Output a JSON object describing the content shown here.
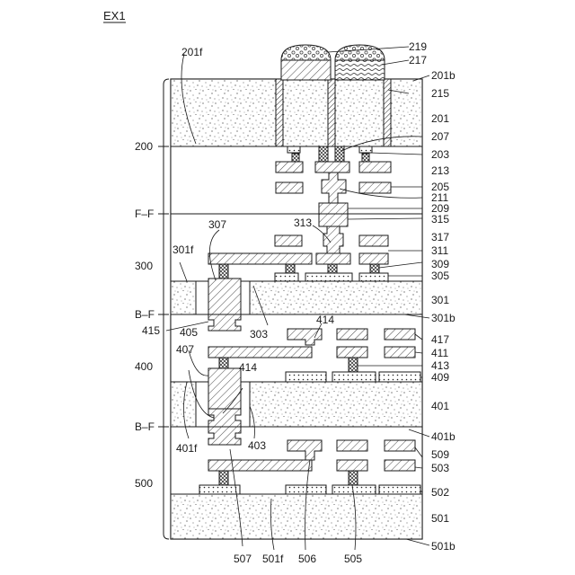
{
  "figure": {
    "title": "EX1"
  },
  "left_labels": [
    "200",
    "F–F",
    "300",
    "B–F",
    "400",
    "B–F",
    "500"
  ],
  "callouts": {
    "l201f": "201f",
    "l219": "219",
    "l217": "217",
    "l201b": "201b",
    "l215": "215",
    "l201": "201",
    "l207": "207",
    "l203": "203",
    "l213": "213",
    "l205": "205",
    "l211": "211",
    "l209": "209",
    "l315": "315",
    "l307": "307",
    "l313": "313",
    "l317": "317",
    "l301f": "301f",
    "l311": "311",
    "l309": "309",
    "l305": "305",
    "l301": "301",
    "l303": "303",
    "l301b": "301b",
    "l415": "415",
    "l414a": "414",
    "l405": "405",
    "l417": "417",
    "l407": "407",
    "l411": "411",
    "l414b": "414",
    "l413": "413",
    "l409": "409",
    "l401": "401",
    "l403": "403",
    "l401f": "401f",
    "l401b": "401b",
    "l509": "509",
    "l503": "503",
    "l502": "502",
    "l501": "501",
    "l501b": "501b",
    "l507": "507",
    "l501f": "501f",
    "l506": "506",
    "l505": "505"
  },
  "colors": {
    "line": "#1a1a1a",
    "fill": "#ffffff"
  }
}
